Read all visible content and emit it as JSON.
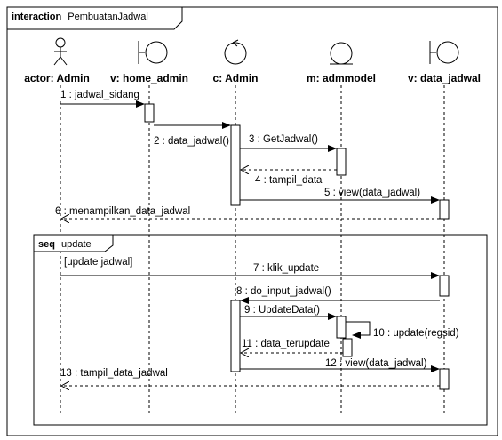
{
  "frame": {
    "keyword": "interaction",
    "name": "PembuatanJadwal"
  },
  "lifelines": [
    {
      "label": "actor: Admin",
      "icon": "actor-icon"
    },
    {
      "label": "v: home_admin",
      "icon": "boundary-icon"
    },
    {
      "label": "c: Admin",
      "icon": "control-icon"
    },
    {
      "label": "m: admmodel",
      "icon": "entity-icon"
    },
    {
      "label": "v: data_jadwal",
      "icon": "boundary-icon"
    }
  ],
  "messages": [
    {
      "label": "1 : jadwal_sidang"
    },
    {
      "label": "2 : data_jadwal()"
    },
    {
      "label": "3 : GetJadwal()"
    },
    {
      "label": "4 : tampil_data"
    },
    {
      "label": "5 : view(data_jadwal)"
    },
    {
      "label": "6 : menampilkan_data_jadwal"
    },
    {
      "label": "7 : klik_update"
    },
    {
      "label": "8 : do_input_jadwal()"
    },
    {
      "label": "9 : UpdateData()"
    },
    {
      "label": "10 : update(regsid)"
    },
    {
      "label": "11 : data_terupdate"
    },
    {
      "label": "12 : view(data_jadwal)"
    },
    {
      "label": "13 : tampil_data_jadwal"
    }
  ],
  "fragment": {
    "keyword": "seq",
    "name": "update",
    "guard": "[update jadwal]"
  }
}
